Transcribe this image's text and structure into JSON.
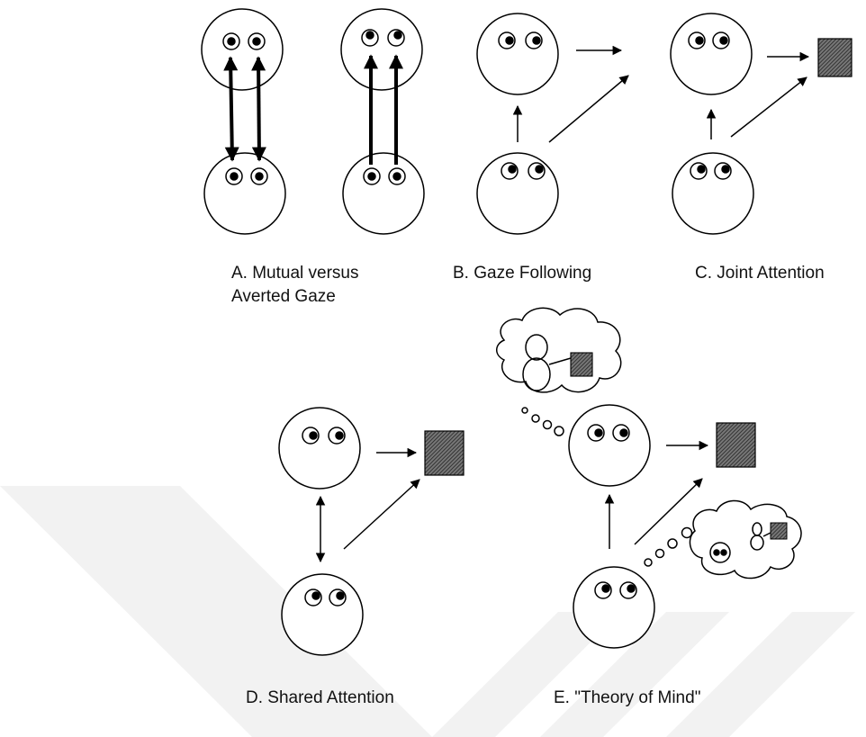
{
  "panels": {
    "a": {
      "caption_line1": "A. Mutual versus",
      "caption_line2": "Averted Gaze"
    },
    "b": {
      "caption": "B. Gaze Following"
    },
    "c": {
      "caption": "C. Joint Attention"
    },
    "d": {
      "caption": "D. Shared Attention"
    },
    "e": {
      "caption": "E. \"Theory of Mind\""
    }
  },
  "colors": {
    "background": "#ffffff",
    "line": "#000000",
    "object_hatch": "#333333"
  }
}
